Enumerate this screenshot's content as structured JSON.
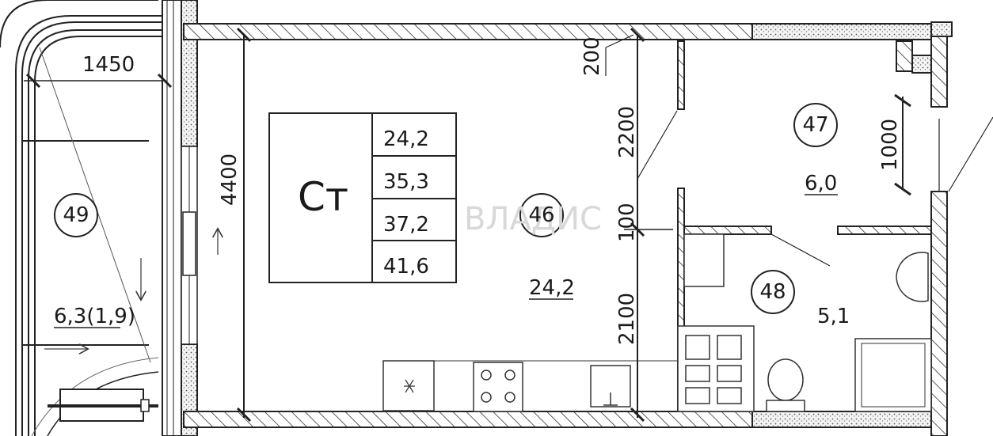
{
  "legend": {
    "type_label": "Ст",
    "areas": [
      "24,2",
      "35,3",
      "37,2",
      "41,6"
    ]
  },
  "rooms": [
    {
      "number": "49",
      "area": "6,3(1,9)"
    },
    {
      "number": "46",
      "area": "24,2"
    },
    {
      "number": "47",
      "area": "6,0"
    },
    {
      "number": "48",
      "area": "5,1"
    }
  ],
  "dimensions": {
    "balcony_width": "1450",
    "room_depth": "4400",
    "top_segment": "200",
    "door_height": "2200",
    "gap": "100",
    "lower_segment": "2100",
    "hall_width": "1000"
  },
  "watermark": "ВЛАДИС"
}
